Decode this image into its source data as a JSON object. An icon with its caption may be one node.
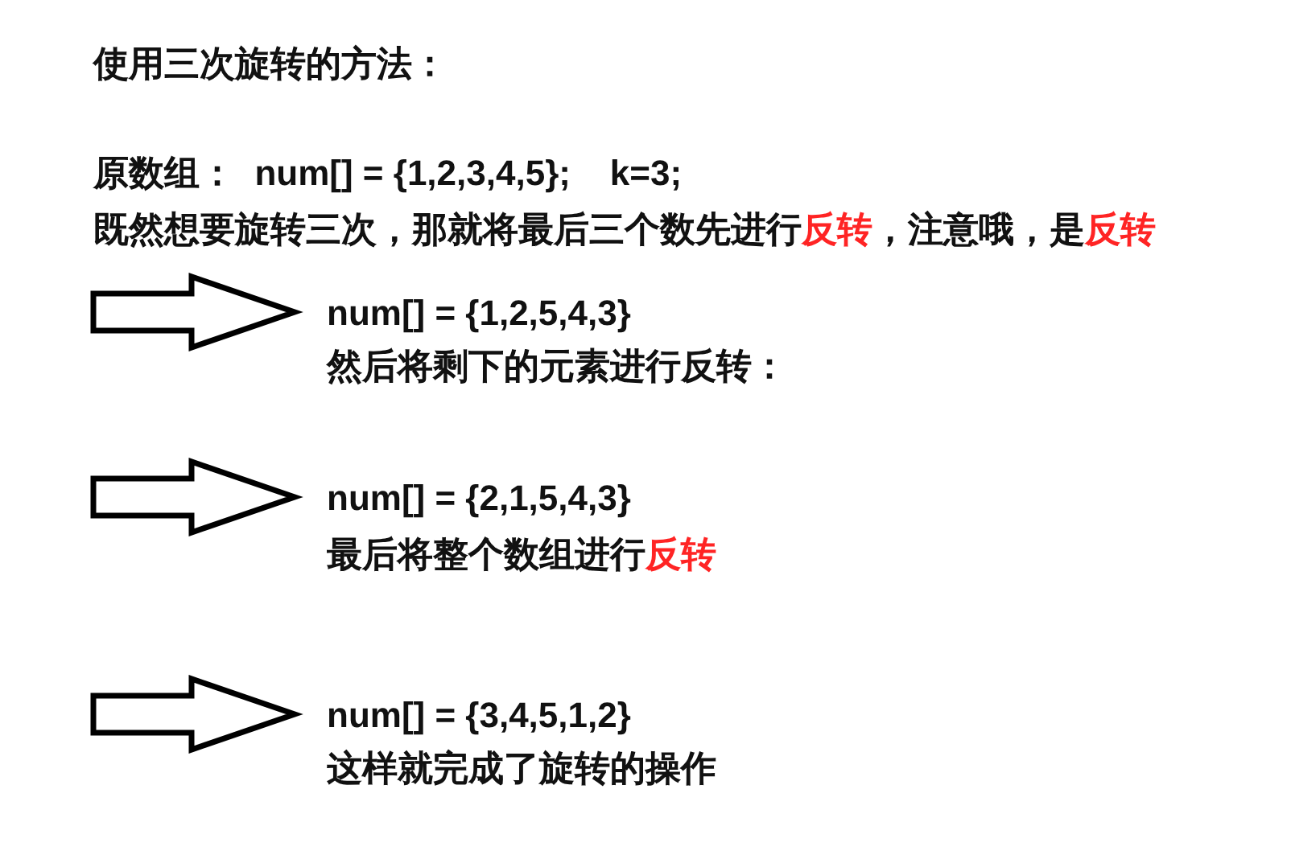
{
  "diagram": {
    "title": "使用三次旋转的方法：",
    "nodes": [
      {
        "text": [
          "num[] = {1,2,5,4,3}",
          "然后将剩下的元素进行反转："
        ]
      },
      {
        "text": [
          "num[] = {2,1,5,4,3}",
          "最后将整个数组进行**反转**"
        ]
      },
      {
        "text": [
          "num[] = {3,4,5,1,2}",
          "这样就完成了旋转的操作"
        ]
      }
    ],
    "edges": [
      {
        "from": null,
        "to": 0,
        "arrow": "to"
      },
      {
        "from": null,
        "to": 1,
        "arrow": "to"
      },
      {
        "from": null,
        "to": 2,
        "arrow": "to"
      }
    ],
    "labels": [
      "原数组：  num[] = {1,2,3,4,5};    k=3;",
      "既然想要旋转三次，那就将最后三个数先进行**反转**，注意哦，是**反转**"
    ]
  }
}
